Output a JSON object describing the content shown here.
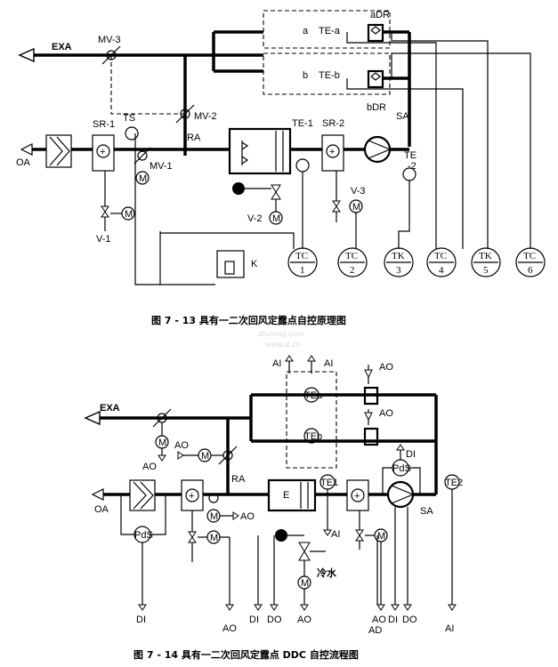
{
  "figure1": {
    "caption": "图 7 - 13   具有一二次回风定露点自控原理图",
    "labels": {
      "exa": "EXA",
      "oa": "OA",
      "ra": "RA",
      "sa": "SA",
      "mv3": "MV-3",
      "mv2": "MV-2",
      "mv1": "MV-1",
      "sr1": "SR-1",
      "sr2": "SR-2",
      "ts": "TS",
      "te1": "TE-1",
      "te2a": "TE",
      "te2b": "-2",
      "v1": "V-1",
      "v2": "V-2",
      "v3": "V-3",
      "k": "K",
      "m": "M",
      "a": "a",
      "b": "b",
      "tea": "TE-a",
      "teb": "TE-b",
      "adr": "aDR",
      "bdr": "bDR"
    },
    "controllers": [
      {
        "top": "TC",
        "bottom": "1"
      },
      {
        "top": "TC",
        "bottom": "2"
      },
      {
        "top": "TK",
        "bottom": "3"
      },
      {
        "top": "TC",
        "bottom": "4"
      },
      {
        "top": "TK",
        "bottom": "5"
      },
      {
        "top": "TC",
        "bottom": "6"
      }
    ]
  },
  "watermark": {
    "line1": "zhulong.com",
    "line2": "www.zl.cn"
  },
  "figure2": {
    "caption": "图 7 - 14   具有一二次回风定露点 DDC 自控流程图",
    "labels": {
      "exa": "EXA",
      "oa": "OA",
      "ra": "RA",
      "sa": "SA",
      "ai": "AI",
      "ao": "AO",
      "di": "DI",
      "do": "DO",
      "m": "M",
      "pds": "PdS",
      "te1": "TE1",
      "te2": "TE2",
      "tea": "TEa",
      "teb": "TEb",
      "water": "冷水"
    }
  }
}
